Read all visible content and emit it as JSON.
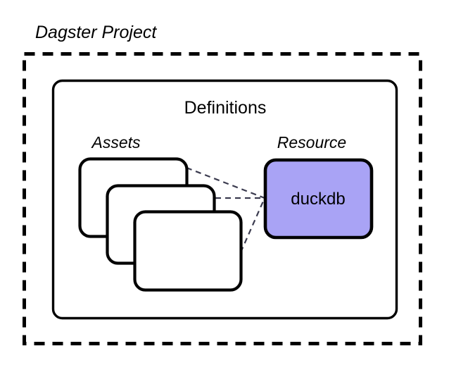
{
  "diagram": {
    "title": "Dagster Project",
    "inner_container_label": "Definitions",
    "groups": [
      {
        "id": "assets",
        "label": "Assets"
      },
      {
        "id": "resource",
        "label": "Resource"
      }
    ],
    "assets": {
      "label": "Assets",
      "cards": [
        {
          "id": "asset-card-1",
          "label": ""
        },
        {
          "id": "asset-card-2",
          "label": ""
        },
        {
          "id": "asset-card-3",
          "label": ""
        }
      ]
    },
    "resource": {
      "label": "Resource",
      "node_label": "duckdb",
      "fill_color": "#a9a3f5",
      "border_color": "#000000"
    },
    "edges": [
      {
        "from": "asset-card-1",
        "to": "duckdb",
        "style": "dashed"
      },
      {
        "from": "asset-card-2",
        "to": "duckdb",
        "style": "dashed"
      },
      {
        "from": "asset-card-3",
        "to": "duckdb",
        "style": "dashed"
      }
    ],
    "colors": {
      "background": "#ffffff",
      "stroke": "#000000",
      "edge": "#3b3b4f",
      "resource_fill": "#a9a3f5"
    }
  }
}
